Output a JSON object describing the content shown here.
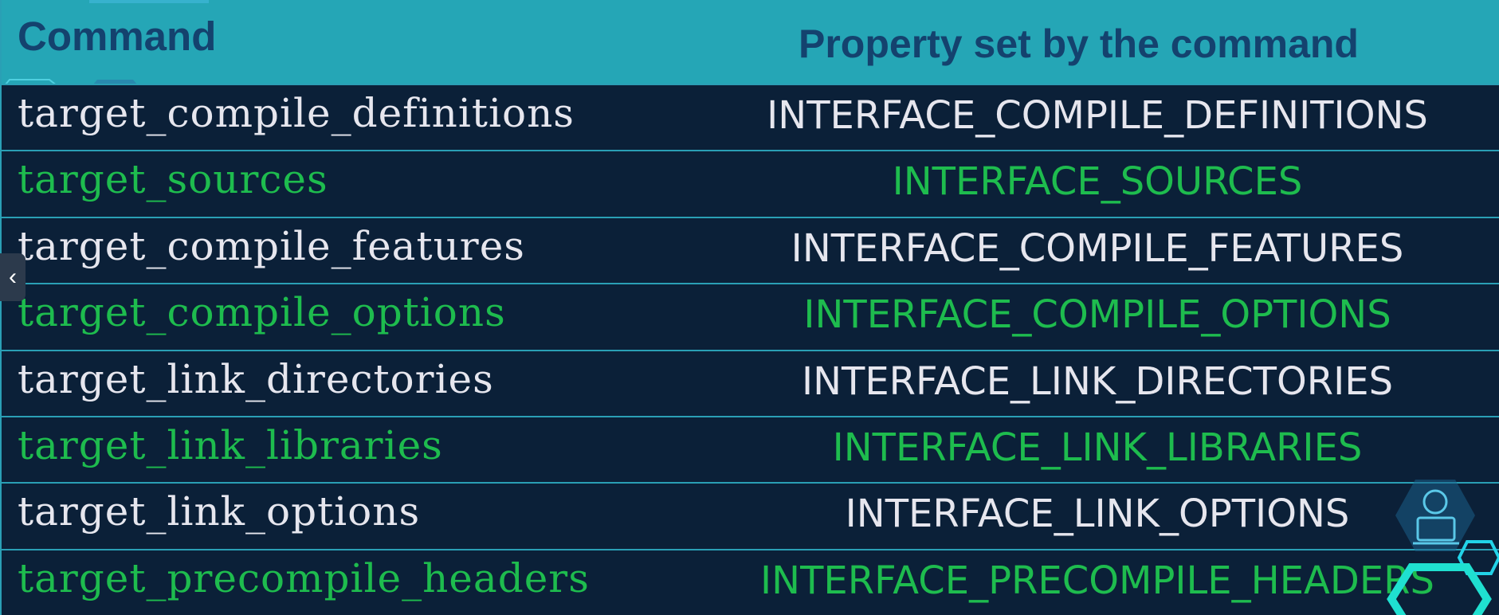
{
  "table": {
    "header": {
      "command": "Command",
      "property": "Property set by the command"
    },
    "rows": [
      {
        "command": "target_compile_definitions",
        "property": "INTERFACE_COMPILE_DEFINITIONS",
        "color": "#e6e6ee"
      },
      {
        "command": "target_sources",
        "property": "INTERFACE_SOURCES",
        "color": "#1ebc4e"
      },
      {
        "command": "target_compile_features",
        "property": "INTERFACE_COMPILE_FEATURES",
        "color": "#e6e6ee"
      },
      {
        "command": "target_compile_options",
        "property": "INTERFACE_COMPILE_OPTIONS",
        "color": "#1ebc4e"
      },
      {
        "command": "target_link_directories",
        "property": "INTERFACE_LINK_DIRECTORIES",
        "color": "#e6e6ee"
      },
      {
        "command": "target_link_libraries",
        "property": "INTERFACE_LINK_LIBRARIES",
        "color": "#1ebc4e"
      },
      {
        "command": "target_link_options",
        "property": "INTERFACE_LINK_OPTIONS",
        "color": "#e6e6ee"
      },
      {
        "command": "target_precompile_headers",
        "property": "INTERFACE_PRECOMPILE_HEADERS",
        "color": "#1ebc4e"
      }
    ]
  },
  "colors": {
    "background": "#0b2038",
    "header_bg": "#25a6b6",
    "header_text": "#14426e",
    "border": "#2a9fb5",
    "white_text": "#e6e6ee",
    "green_text": "#1ebc4e"
  },
  "icons": {
    "prev_slide": "chevron-left-icon",
    "watermark": "developer-laptop-icon"
  }
}
